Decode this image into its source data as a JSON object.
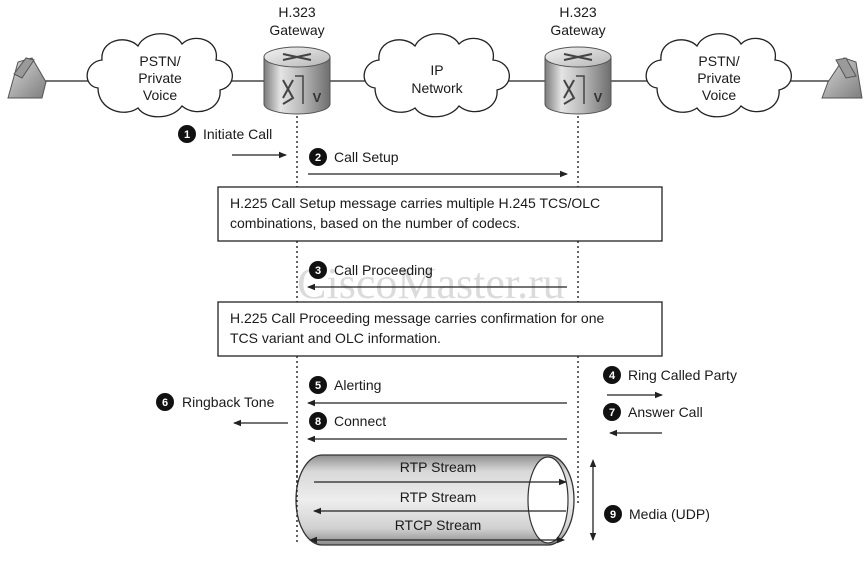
{
  "gateways": [
    {
      "title_line1": "H.323",
      "title_line2": "Gateway",
      "badge": "V"
    },
    {
      "title_line1": "H.323",
      "title_line2": "Gateway",
      "badge": "V"
    }
  ],
  "clouds": [
    {
      "line1": "PSTN/",
      "line2": "Private",
      "line3": "Voice"
    },
    {
      "line1": "IP",
      "line2": "Network",
      "line3": ""
    },
    {
      "line1": "PSTN/",
      "line2": "Private",
      "line3": "Voice"
    }
  ],
  "steps": [
    {
      "number": "1",
      "label": "Initiate Call"
    },
    {
      "number": "2",
      "label": "Call Setup"
    },
    {
      "number": "3",
      "label": "Call Proceeding"
    },
    {
      "number": "4",
      "label": "Ring Called Party"
    },
    {
      "number": "5",
      "label": "Alerting"
    },
    {
      "number": "6",
      "label": "Ringback Tone"
    },
    {
      "number": "7",
      "label": "Answer Call"
    },
    {
      "number": "8",
      "label": "Connect"
    },
    {
      "number": "9",
      "label": "Media (UDP)"
    }
  ],
  "notes": [
    {
      "line1": "H.225 Call Setup message carries multiple H.245 TCS/OLC",
      "line2": "combinations, based on the number of codecs."
    },
    {
      "line1": "H.225 Call Proceeding message carries confirmation for one",
      "line2": "TCS variant and OLC information."
    }
  ],
  "streams": [
    "RTP Stream",
    "RTP Stream",
    "RTCP Stream"
  ],
  "watermark": "CiscoMaster.ru"
}
